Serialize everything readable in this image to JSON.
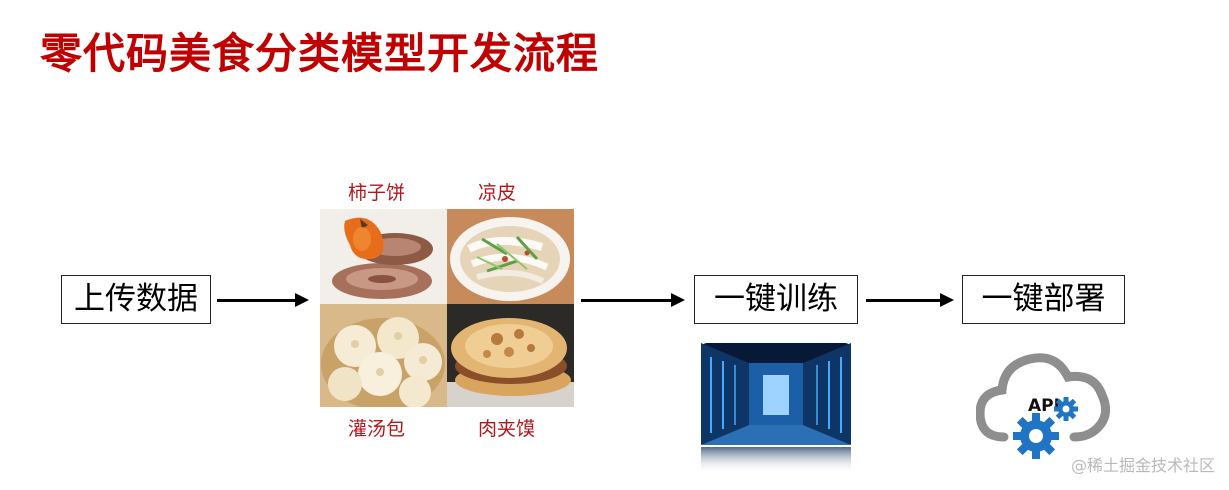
{
  "title": "零代码美食分类模型开发流程",
  "steps": {
    "upload": "上传数据",
    "train": "一键训练",
    "deploy": "一键部署"
  },
  "foods": {
    "top_left": "柿子饼",
    "top_right": "凉皮",
    "bottom_left": "灌汤包",
    "bottom_right": "肉夹馍"
  },
  "cloud_icon": {
    "label": "API",
    "icon": "cloud-api-gear-icon",
    "color": "#1f74c4"
  },
  "server_icon": {
    "icon": "server-room-icon"
  },
  "watermark": "@稀土掘金技术社区",
  "colors": {
    "title": "#c00000",
    "food_label": "#b3171c",
    "arrow": "#000000"
  }
}
